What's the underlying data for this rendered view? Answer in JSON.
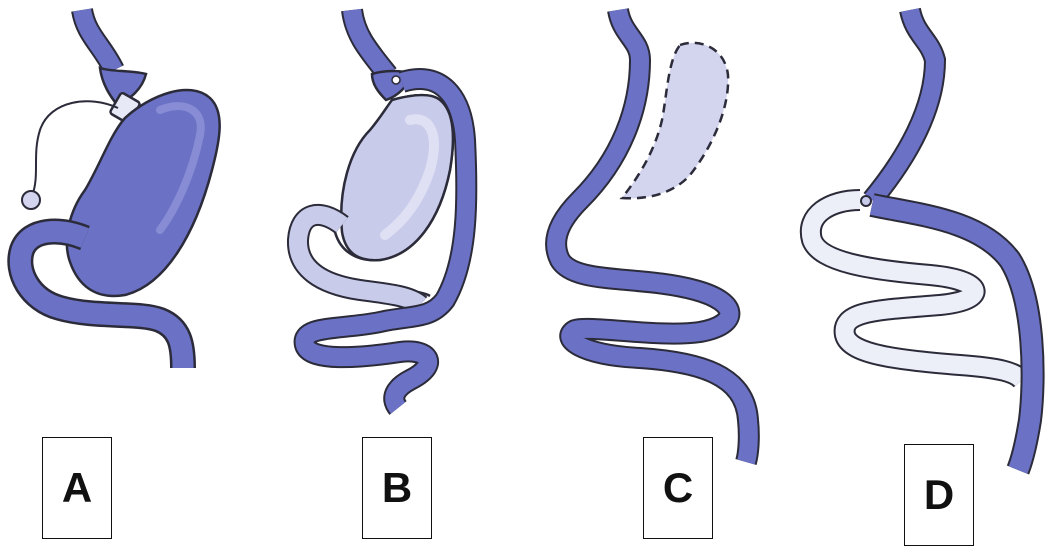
{
  "colors": {
    "tube": "#6b71c4",
    "tube_light": "#8e94d8",
    "pouch_light": "#c9cbea",
    "pouch_highlight": "#dfe0f3",
    "bypass_limb": "#eceef8",
    "removed_part": "#d3d5ef",
    "outline": "#2b2b3a",
    "band": "#e8e9f6"
  },
  "panels": [
    {
      "id": "A",
      "label": "A",
      "icon": "gastric-band-icon"
    },
    {
      "id": "B",
      "label": "B",
      "icon": "roux-en-y-bypass-icon"
    },
    {
      "id": "C",
      "label": "C",
      "icon": "sleeve-gastrectomy-icon"
    },
    {
      "id": "D",
      "label": "D",
      "icon": "biliopancreatic-diversion-icon"
    }
  ]
}
